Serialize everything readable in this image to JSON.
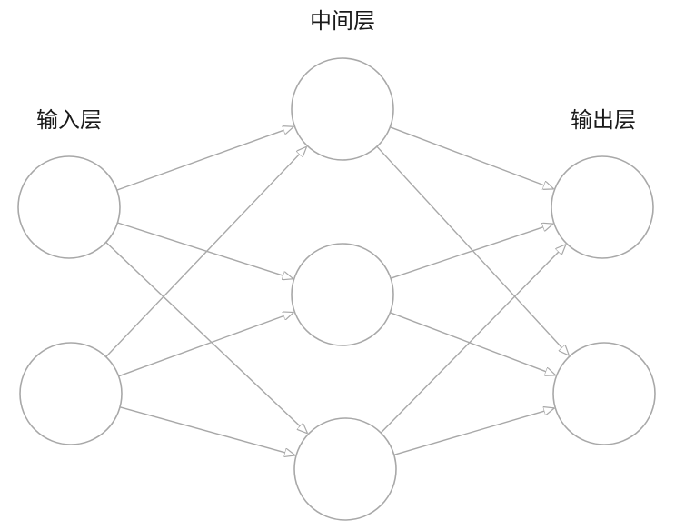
{
  "labels": {
    "input_layer": "输入层",
    "hidden_layer": "中间层",
    "output_layer": "输出层"
  },
  "colors": {
    "stroke": "#a8a8a8",
    "text": "#1a1a1a",
    "background": "#ffffff"
  },
  "network": {
    "layers": [
      {
        "key": "input",
        "nodes": 2
      },
      {
        "key": "hidden",
        "nodes": 3
      },
      {
        "key": "output",
        "nodes": 2
      }
    ],
    "connectivity": "fully-connected",
    "arrowheads": true
  }
}
